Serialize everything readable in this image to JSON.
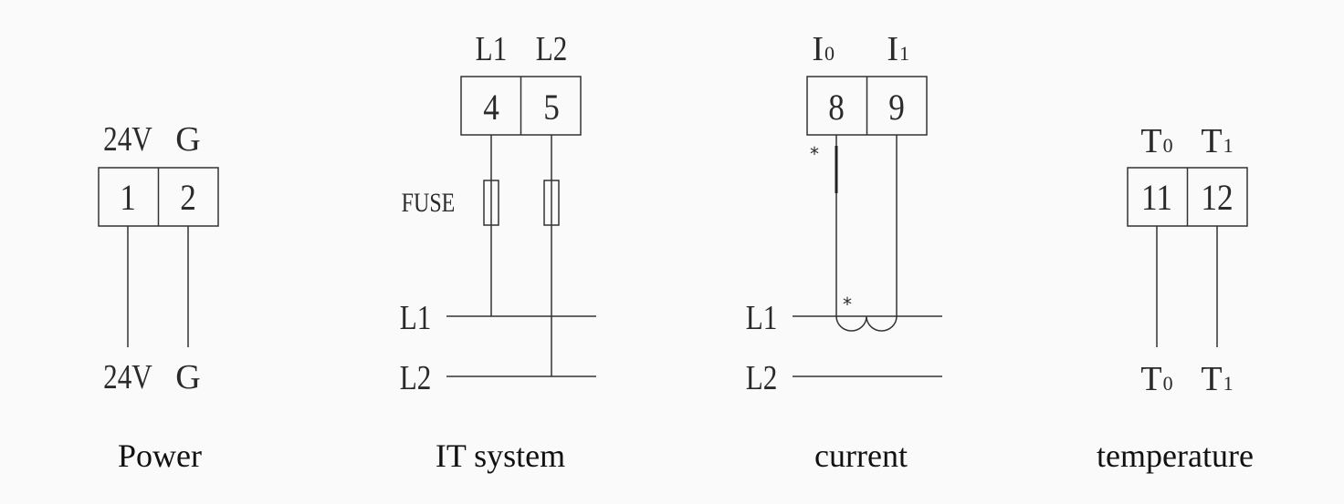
{
  "power": {
    "top_label_1": "24V",
    "top_label_2": "G",
    "terminal_1": "1",
    "terminal_2": "2",
    "bottom_label_1": "24V",
    "bottom_label_2": "G",
    "caption": "Power"
  },
  "it_system": {
    "top_label_1": "L1",
    "top_label_2": "L2",
    "terminal_1": "4",
    "terminal_2": "5",
    "fuse_label": "FUSE",
    "line_1": "L1",
    "line_2": "L2",
    "caption": "IT system"
  },
  "current": {
    "top_label_1_main": "I",
    "top_label_1_sub": "0",
    "top_label_2_main": "I",
    "top_label_2_sub": "1",
    "terminal_1": "8",
    "terminal_2": "9",
    "polarity_mark": "*",
    "line_1": "L1",
    "line_2": "L2",
    "caption": "current"
  },
  "temperature": {
    "top_label_1_main": "T",
    "top_label_1_sub": "0",
    "top_label_2_main": "T",
    "top_label_2_sub": "1",
    "terminal_1": "11",
    "terminal_2": "12",
    "bottom_label_1_main": "T",
    "bottom_label_1_sub": "0",
    "bottom_label_2_main": "T",
    "bottom_label_2_sub": "1",
    "caption": "temperature"
  }
}
